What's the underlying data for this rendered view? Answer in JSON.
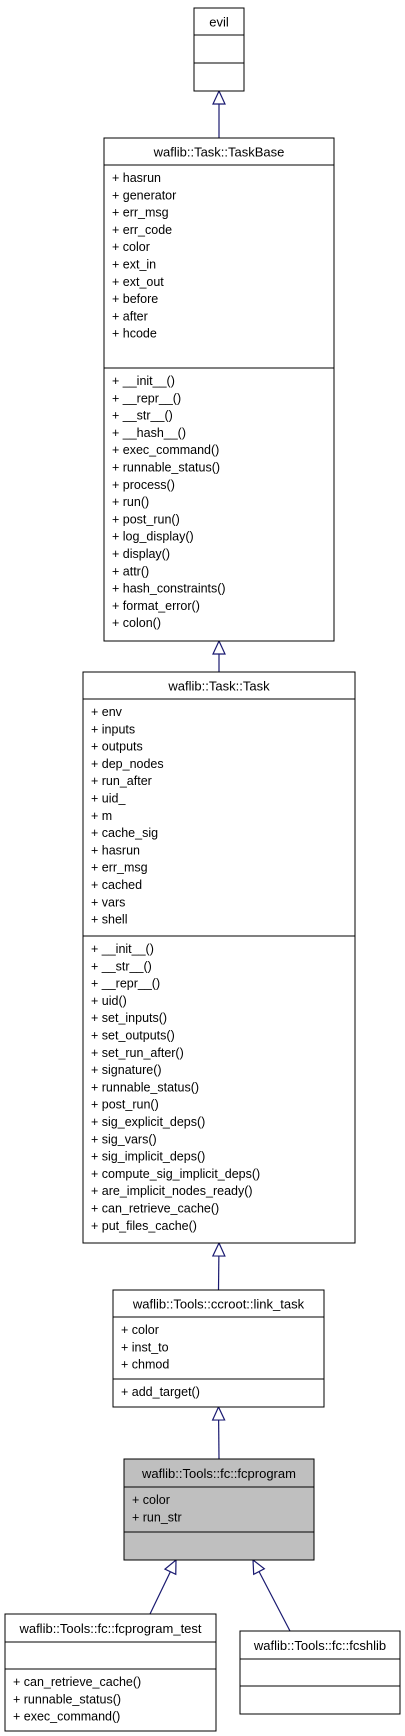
{
  "diagram": {
    "classes": {
      "evil": {
        "name": "evil",
        "attributes": [],
        "methods": []
      },
      "taskbase": {
        "name": "waflib::Task::TaskBase",
        "attributes": [
          "+ hasrun",
          "+ generator",
          "+ err_msg",
          "+ err_code",
          "+ color",
          "+ ext_in",
          "+ ext_out",
          "+ before",
          "+ after",
          "+ hcode"
        ],
        "methods": [
          "+ __init__()",
          "+ __repr__()",
          "+ __str__()",
          "+ __hash__()",
          "+ exec_command()",
          "+ runnable_status()",
          "+ process()",
          "+ run()",
          "+ post_run()",
          "+ log_display()",
          "+ display()",
          "+ attr()",
          "+ hash_constraints()",
          "+ format_error()",
          "+ colon()"
        ]
      },
      "task": {
        "name": "waflib::Task::Task",
        "attributes": [
          "+ env",
          "+ inputs",
          "+ outputs",
          "+ dep_nodes",
          "+ run_after",
          "+ uid_",
          "+ m",
          "+ cache_sig",
          "+ hasrun",
          "+ err_msg",
          "+ cached",
          "+ vars",
          "+ shell"
        ],
        "methods": [
          "+ __init__()",
          "+ __str__()",
          "+ __repr__()",
          "+ uid()",
          "+ set_inputs()",
          "+ set_outputs()",
          "+ set_run_after()",
          "+ signature()",
          "+ runnable_status()",
          "+ post_run()",
          "+ sig_explicit_deps()",
          "+ sig_vars()",
          "+ sig_implicit_deps()",
          "+ compute_sig_implicit_deps()",
          "+ are_implicit_nodes_ready()",
          "+ can_retrieve_cache()",
          "+ put_files_cache()"
        ]
      },
      "link_task": {
        "name": "waflib::Tools::ccroot::link_task",
        "attributes": [
          "+ color",
          "+ inst_to",
          "+ chmod"
        ],
        "methods": [
          "+ add_target()"
        ]
      },
      "fcprogram": {
        "name": "waflib::Tools::fc::fcprogram",
        "attributes": [
          "+ color",
          "+ run_str"
        ],
        "methods": []
      },
      "fcprogram_test": {
        "name": "waflib::Tools::fc::fcprogram_test",
        "attributes": [],
        "methods": [
          "+ can_retrieve_cache()",
          "+ runnable_status()",
          "+ exec_command()"
        ]
      },
      "fcshlib": {
        "name": "waflib::Tools::fc::fcshlib",
        "attributes": [],
        "methods": []
      }
    },
    "inheritance": [
      {
        "from": "taskbase",
        "to": "evil"
      },
      {
        "from": "task",
        "to": "taskbase"
      },
      {
        "from": "link_task",
        "to": "task"
      },
      {
        "from": "fcprogram",
        "to": "link_task"
      },
      {
        "from": "fcprogram_test",
        "to": "fcprogram"
      },
      {
        "from": "fcshlib",
        "to": "fcprogram"
      }
    ],
    "colors": {
      "edge": "#191970",
      "box_border": "#000000",
      "highlight_fill": "#bfbfbf",
      "box_fill": "#ffffff"
    }
  }
}
